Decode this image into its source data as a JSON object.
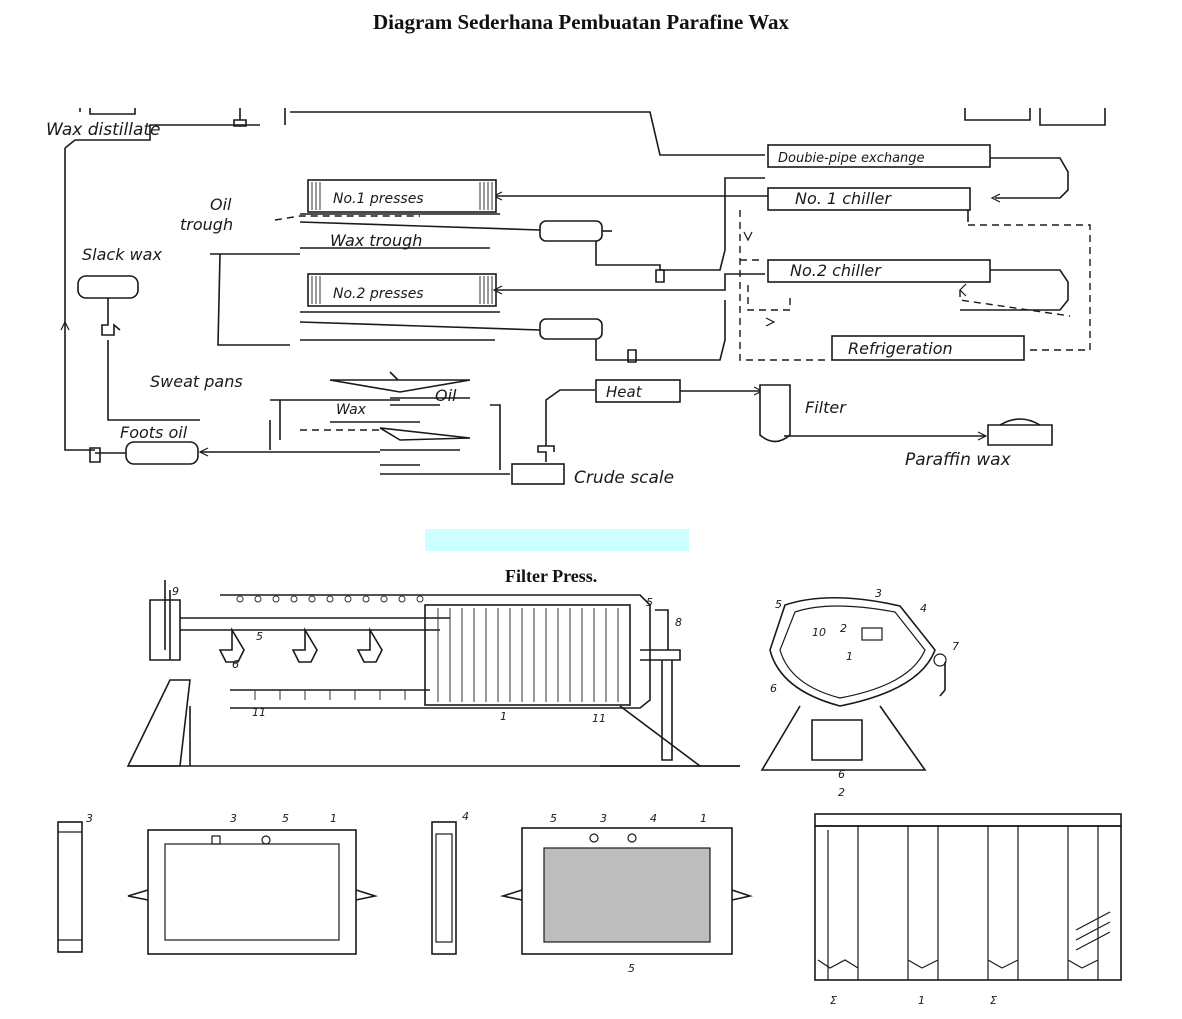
{
  "header": {
    "title": "Diagram Sederhana Pembuatan Parafine Wax"
  },
  "flow": {
    "wax_distillate": "Wax distillate",
    "double_pipe_exchange": "Doubie-pipe exchange",
    "no1_chiller": "No. 1 chiller",
    "no2_chiller": "No.2 chiller",
    "refrigeration": "Refrigeration",
    "no1_presses": "No.1 presses",
    "no2_presses": "No.2 presses",
    "oil_trough_1": "Oil",
    "oil_trough_2": "trough",
    "wax_trough": "Wax trough",
    "slack_wax": "Slack wax",
    "sweat_pans": "Sweat pans",
    "oil": "Oil",
    "wax": "Wax",
    "foots_oil": "Foots oil",
    "heat": "Heat",
    "filter": "Filter",
    "crude_scale": "Crude scale",
    "paraffin_wax": "Paraffin wax"
  },
  "filter_press": {
    "title": "Filter Press.",
    "labels_side": [
      "9",
      "5",
      "6",
      "11",
      "1",
      "11",
      "5",
      "8"
    ],
    "labels_end": [
      "5",
      "3",
      "4",
      "10",
      "2",
      "1",
      "7",
      "6",
      "6",
      "2"
    ],
    "labels_plates": [
      "3",
      "3",
      "5",
      "1",
      "4",
      "5",
      "3",
      "4",
      "1",
      "5"
    ],
    "labels_section": [
      "Σ",
      "1",
      "Σ"
    ]
  }
}
